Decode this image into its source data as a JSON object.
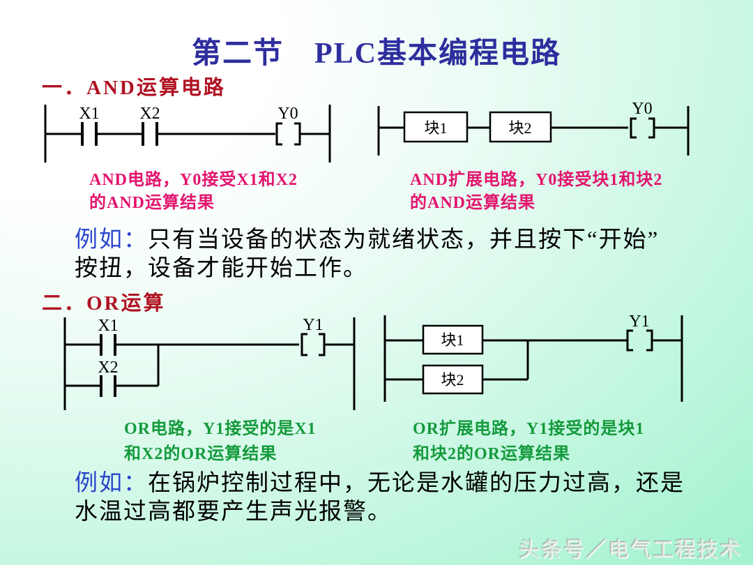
{
  "slide": {
    "title": "第二节　PLC基本编程电路",
    "watermark": "头条号／电气工程技术"
  },
  "colors": {
    "title_blue": "#2e2e9e",
    "heading_red": "#b01222",
    "caption_pink": "#e3146e",
    "caption_green": "#149a3c",
    "example_blue": "#2b46cf",
    "background_mint": "#8ceec2"
  },
  "and_section": {
    "heading": "一．AND运算电路",
    "basic": {
      "labels": {
        "x1": "X1",
        "x2": "X2",
        "y0": "Y0"
      },
      "caption_line1": "AND电路，Y0接受X1和X2",
      "caption_line2": "的AND运算结果"
    },
    "extended": {
      "labels": {
        "block1": "块1",
        "block2": "块2",
        "y0": "Y0"
      },
      "caption_line1": "AND扩展电路，Y0接受块1和块2",
      "caption_line2": "的AND运算结果"
    },
    "example": {
      "prefix": "例如：",
      "line1": "只有当设备的状态为就绪状态，并且按下“开始”",
      "line2": "按扭，设备才能开始工作。"
    }
  },
  "or_section": {
    "heading": "二．OR运算",
    "basic": {
      "labels": {
        "x1": "X1",
        "x2": "X2",
        "y1": "Y1"
      },
      "caption_line1": "OR电路，Y1接受的是X1",
      "caption_line2": "和X2的OR运算结果"
    },
    "extended": {
      "labels": {
        "block1": "块1",
        "block2": "块2",
        "y1": "Y1"
      },
      "caption_line1": "OR扩展电路，Y1接受的是块1",
      "caption_line2": "和块2的OR运算结果"
    },
    "example": {
      "prefix": "例如：",
      "line1": "在锅炉控制过程中，无论是水罐的压力过高，还是",
      "line2": "水温过高都要产生声光报警。"
    }
  }
}
